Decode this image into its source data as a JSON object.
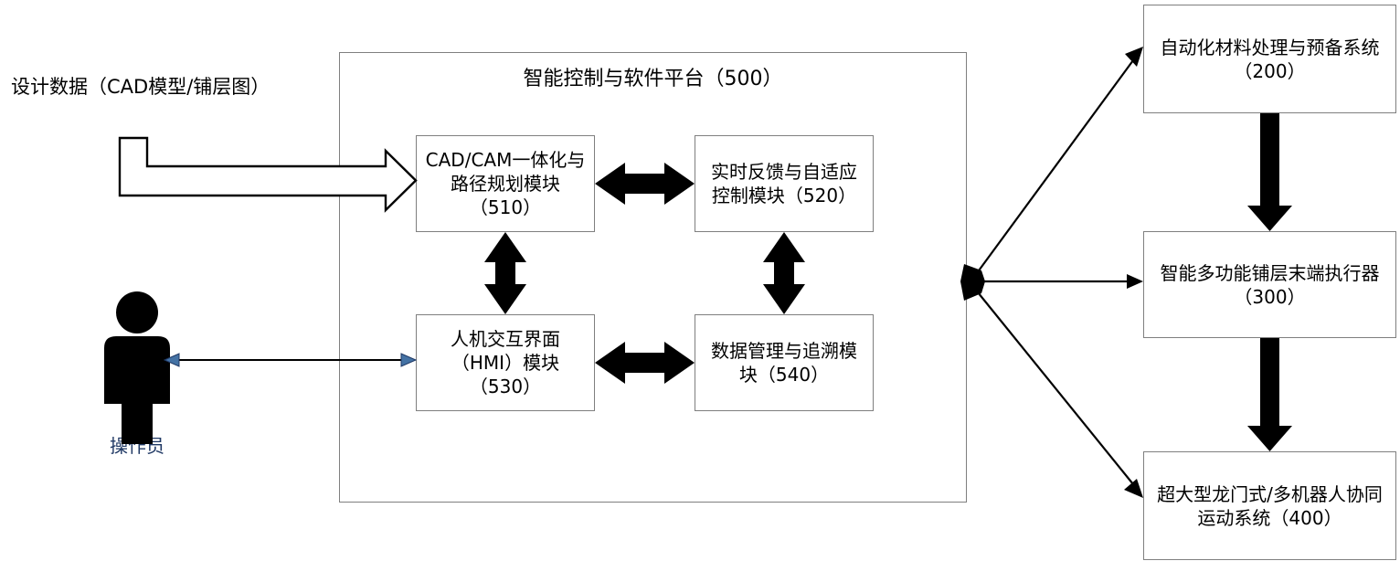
{
  "diagram": {
    "title_label": "智能控制与软件平台（500）",
    "input_label": "设计数据（CAD模型/铺层图）",
    "actor_label": "操作员",
    "colors": {
      "box_border": "#7f7f7f",
      "thick_arrow": "#000000",
      "thin_arrow": "#000000",
      "actor_fill": "#000000",
      "actor_text": "#1f3864",
      "arrowhead_blue": "#4472a4",
      "background": "#ffffff"
    },
    "platform_modules": [
      {
        "id": "510",
        "label": "CAD/CAM一体化与\n路径规划模块\n（510）",
        "lines": [
          "CAD/CAM一体化与",
          "路径规划模块",
          "（510）"
        ]
      },
      {
        "id": "520",
        "label": "实时反馈与自适应\n控制模块（520）",
        "lines": [
          "实时反馈与自适应",
          "控制模块（520）"
        ]
      },
      {
        "id": "530",
        "label": "人机交互界面\n（HMI）模块\n（530）",
        "lines": [
          "人机交互界面",
          "（HMI）模块",
          "（530）"
        ]
      },
      {
        "id": "540",
        "label": "数据管理与追溯模\n块（540）",
        "lines": [
          "数据管理与追溯模",
          "块（540）"
        ]
      }
    ],
    "subsystems": [
      {
        "id": "200",
        "label": "自动化材料处理与预备系统\n（200）",
        "lines": [
          "自动化材料处理与预备系统",
          "（200）"
        ]
      },
      {
        "id": "300",
        "label": "智能多功能铺层末端执行器\n（300）",
        "lines": [
          "智能多功能铺层末端执行器",
          "（300）"
        ]
      },
      {
        "id": "400",
        "label": "超大型龙门式/多机器人协同\n运动系统（400）",
        "lines": [
          "超大型龙门式/多机器人协同",
          "运动系统（400）"
        ]
      }
    ],
    "connections": [
      {
        "name": "design-data-to-cadcam",
        "style": "outlined-block-arrow",
        "from": "设计数据（CAD模型/铺层图）",
        "to": "510"
      },
      {
        "name": "cadcam-to-realtime",
        "style": "thick-double-arrow",
        "from": "510",
        "to": "520"
      },
      {
        "name": "cadcam-to-hmi",
        "style": "thick-double-arrow",
        "from": "510",
        "to": "530"
      },
      {
        "name": "realtime-to-data",
        "style": "thick-double-arrow",
        "from": "520",
        "to": "540"
      },
      {
        "name": "hmi-to-data",
        "style": "thick-double-arrow",
        "from": "530",
        "to": "540"
      },
      {
        "name": "operator-to-hmi",
        "style": "thin-double-arrow",
        "from": "操作员",
        "to": "530"
      },
      {
        "name": "platform-to-material-system",
        "style": "thin-arrow",
        "from": "500",
        "to": "200"
      },
      {
        "name": "platform-to-end-effector",
        "style": "thin-arrow",
        "from": "500",
        "to": "300"
      },
      {
        "name": "platform-to-motion-system",
        "style": "thin-arrow",
        "from": "500",
        "to": "400"
      },
      {
        "name": "material-system-to-end-effector",
        "style": "thick-block-arrow",
        "from": "200",
        "to": "300"
      },
      {
        "name": "end-effector-to-motion-system",
        "style": "thick-block-arrow",
        "from": "300",
        "to": "400"
      }
    ]
  }
}
